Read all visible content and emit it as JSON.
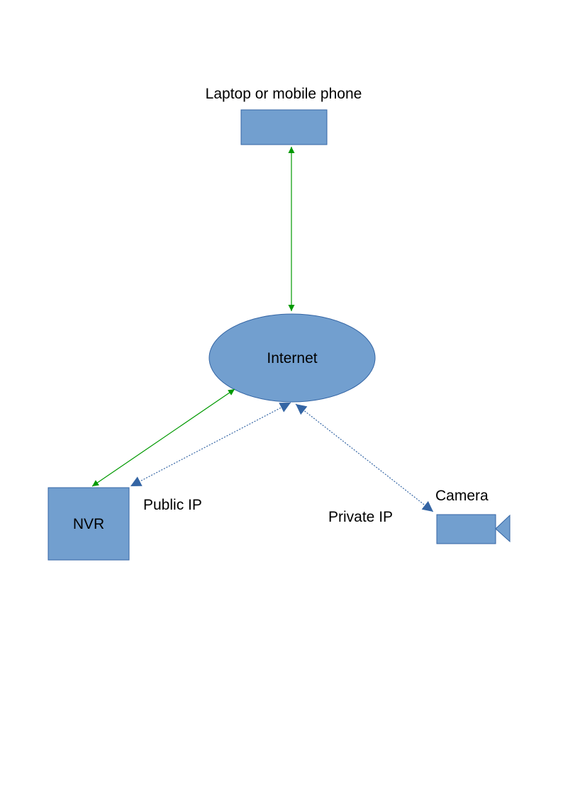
{
  "nodes": {
    "laptop": {
      "label": "Laptop or mobile phone"
    },
    "internet": {
      "label": "Internet"
    },
    "nvr": {
      "label": "NVR"
    },
    "camera": {
      "label": "Camera"
    }
  },
  "edge_labels": {
    "public_ip": "Public IP",
    "private_ip": "Private IP"
  },
  "colors": {
    "node_fill": "#729fcf",
    "node_stroke": "#3465a4",
    "green_link": "#009900",
    "blue_link": "#3465a4"
  }
}
